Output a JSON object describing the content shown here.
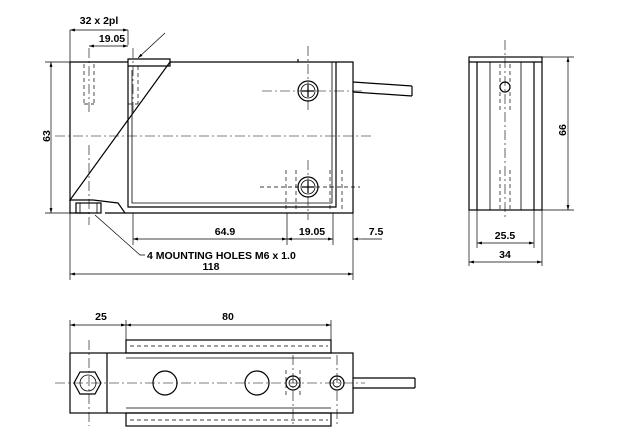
{
  "drawing": {
    "front_view": {
      "overall_length": "118",
      "height": "63",
      "hole_pitch": "32 x 2pl",
      "hole_offset_top": "19.05",
      "body_length": "64.9",
      "hole_offset_bottom": "19.05",
      "cable_offset": "7.5",
      "mounting_note": "4 MOUNTING HOLES M6 x 1.0"
    },
    "side_view": {
      "height": "66",
      "inner_width": "25.5",
      "overall_width": "34"
    },
    "top_view": {
      "end_offset": "25",
      "span": "80"
    }
  }
}
